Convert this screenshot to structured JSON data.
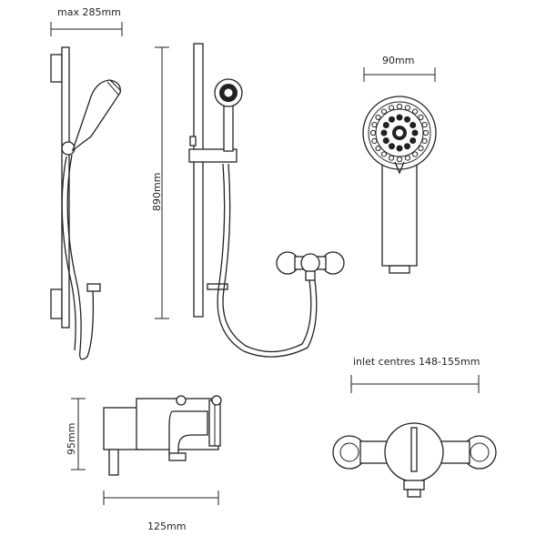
{
  "dimensions": {
    "max_width_label": "max 285mm",
    "rail_height_label": "890mm",
    "head_width_label": "90mm",
    "inlet_centres_label": "inlet centres 148-155mm",
    "valve_height_label": "95mm",
    "valve_depth_label": "125mm"
  }
}
